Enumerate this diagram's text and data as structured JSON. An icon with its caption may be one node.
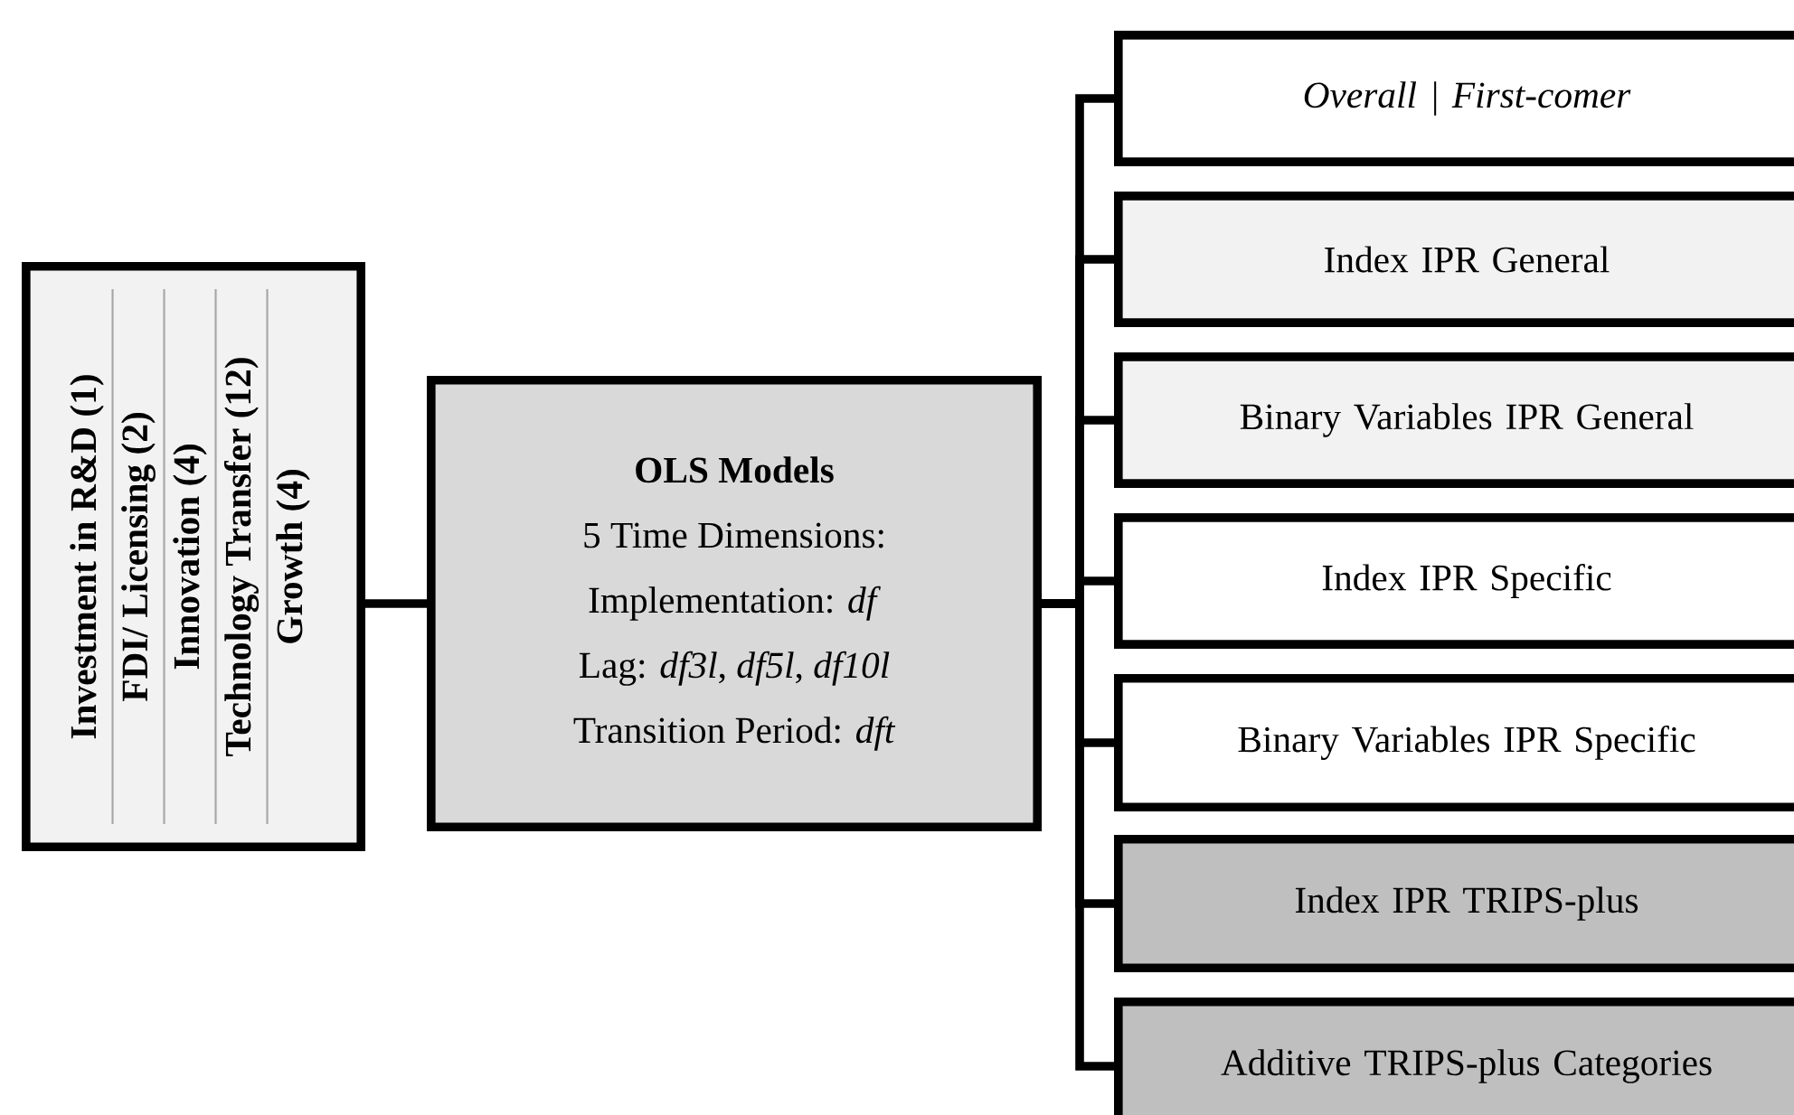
{
  "diagram": {
    "nodes": [
      {
        "text": [
          "Investment in R&D (1)",
          "FDI/ Licensing (2)",
          "Innovation (4)",
          "Technology Transfer (12)",
          "Growth (4)"
        ]
      },
      {
        "text": [
          "OLS Models",
          "5 Time Dimensions:",
          "Implementation: *df*",
          "Lag: *df3l*, *df5l*, *df10l*",
          "Transition Period: *dft*"
        ]
      },
      {
        "text": [
          "Overall | First-comer"
        ]
      },
      {
        "text": [
          "Index IPR General"
        ]
      },
      {
        "text": [
          "Binary Variables IPR General"
        ]
      },
      {
        "text": [
          "Index IPR Specific"
        ]
      },
      {
        "text": [
          "Binary Variables IPR Specific"
        ]
      },
      {
        "text": [
          "Index IPR TRIPS-plus"
        ]
      },
      {
        "text": [
          "Additive TRIPS-plus Categories"
        ]
      }
    ],
    "edges": [
      {
        "from": 0,
        "to": 1,
        "arrow": "none"
      },
      {
        "from": 1,
        "to": 2,
        "arrow": "none"
      },
      {
        "from": 1,
        "to": 3,
        "arrow": "none"
      },
      {
        "from": 1,
        "to": 4,
        "arrow": "none"
      },
      {
        "from": 1,
        "to": 5,
        "arrow": "none"
      },
      {
        "from": 1,
        "to": 6,
        "arrow": "none"
      },
      {
        "from": 1,
        "to": 7,
        "arrow": "none"
      },
      {
        "from": 1,
        "to": 8,
        "arrow": "none"
      }
    ]
  }
}
